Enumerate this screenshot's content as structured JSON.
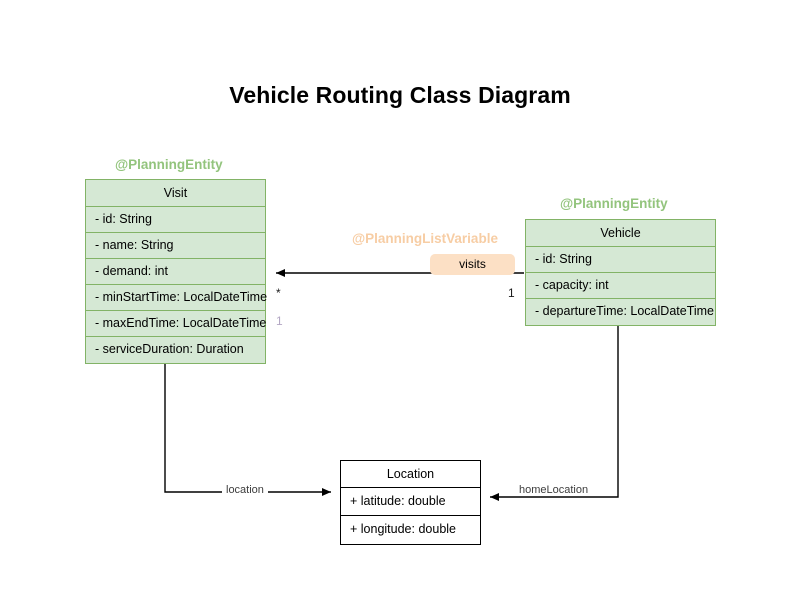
{
  "diagram": {
    "title": "Vehicle Routing Class Diagram",
    "colors": {
      "entity_fill": "#d5e8d4",
      "entity_border": "#82b366",
      "annotation_green": "#93c47d",
      "annotation_orange": "#f7cda4",
      "badge_fill": "#fce0c5",
      "plain_border": "#000000",
      "background": "#ffffff"
    },
    "classes": [
      {
        "id": "visit",
        "name": "Visit",
        "stereotype": "@PlanningEntity",
        "attributes": [
          "- id: String",
          "- name: String",
          "- demand: int",
          "- minStartTime: LocalDateTime",
          "- maxEndTime: LocalDateTime",
          "- serviceDuration: Duration"
        ]
      },
      {
        "id": "vehicle",
        "name": "Vehicle",
        "stereotype": "@PlanningEntity",
        "attributes": [
          "- id: String",
          "- capacity: int",
          "- departureTime: LocalDateTime"
        ]
      },
      {
        "id": "location",
        "name": "Location",
        "stereotype": null,
        "attributes": [
          "+ latitude: double",
          "+ longitude: double"
        ]
      }
    ],
    "associations": [
      {
        "id": "visits",
        "label": "visits",
        "stereotype": "@PlanningListVariable",
        "source": "vehicle",
        "target": "visit",
        "source_multiplicity": "1",
        "target_multiplicity": "*"
      },
      {
        "id": "location",
        "label": "location",
        "source": "visit",
        "target": "location",
        "source_multiplicity": "1"
      },
      {
        "id": "homeLocation",
        "label": "homeLocation",
        "source": "vehicle",
        "target": "location",
        "source_multiplicity": ""
      }
    ]
  }
}
